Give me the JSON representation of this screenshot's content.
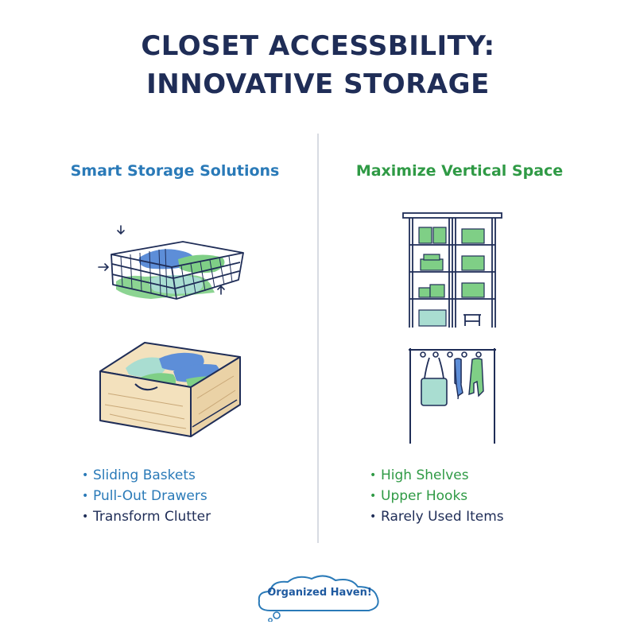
{
  "title": {
    "line1": "CLOSET ACCESSBILITY:",
    "line2": "INNOVATIVE STORAGE"
  },
  "left": {
    "heading": "Smart Storage Solutions",
    "heading_color": "#2a7ab8",
    "bullets": [
      {
        "text": "Sliding Baskets",
        "color": "#2a7ab8"
      },
      {
        "text": "Pull-Out Drawers",
        "color": "#2a7ab8"
      },
      {
        "text": "Transform Clutter",
        "color": "#1f2d57"
      }
    ]
  },
  "right": {
    "heading": "Maximize Vertical Space",
    "heading_color": "#2f9a45",
    "bullets": [
      {
        "text": "High Shelves",
        "color": "#2f9a45"
      },
      {
        "text": "Upper Hooks",
        "color": "#2f9a45"
      },
      {
        "text": "Rarely Used Items",
        "color": "#1f2d57"
      }
    ]
  },
  "logo": {
    "text": "Organized Haven!"
  },
  "icons": {
    "basket": "wire-basket-icon",
    "drawer": "pull-out-drawer-icon",
    "shelves": "shelving-unit-icon",
    "hooks": "hook-rail-icon"
  }
}
